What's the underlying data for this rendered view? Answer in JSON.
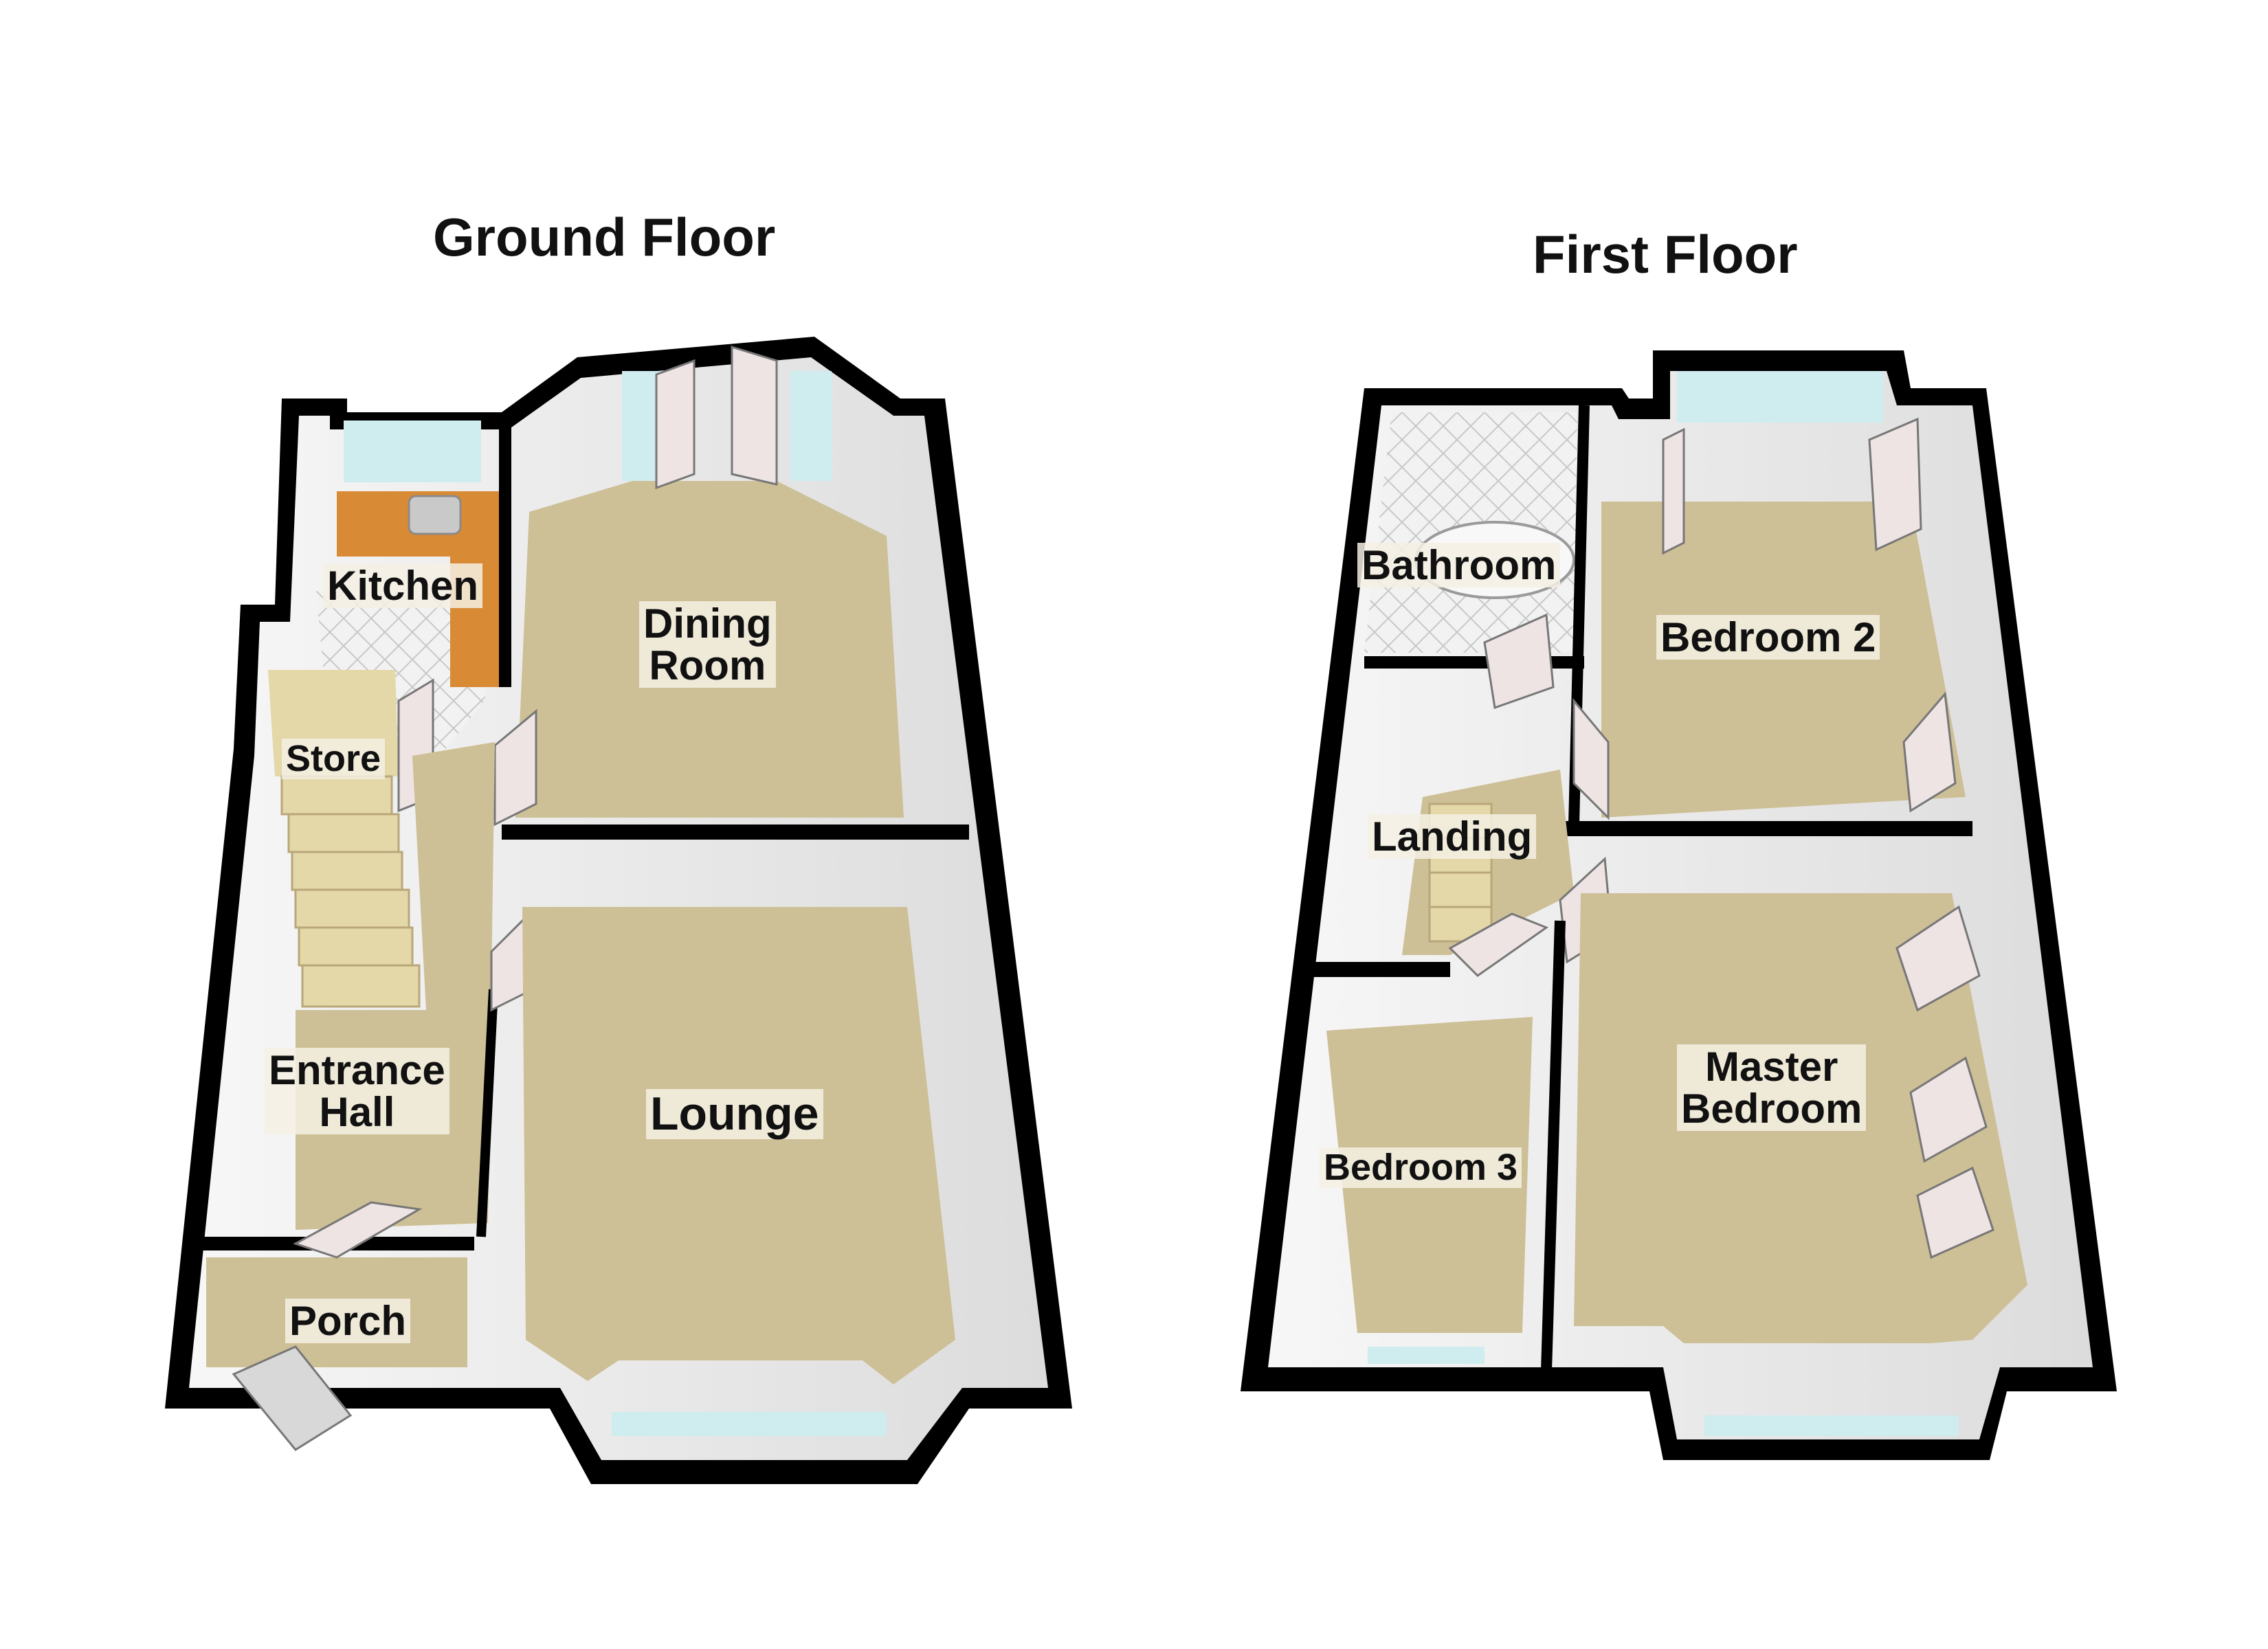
{
  "floors": {
    "ground": {
      "title": "Ground Floor",
      "rooms": {
        "kitchen": "Kitchen",
        "dining_1": "Dining",
        "dining_2": "Room",
        "store": "Store",
        "entrance_1": "Entrance",
        "entrance_2": "Hall",
        "lounge": "Lounge",
        "porch": "Porch"
      }
    },
    "first": {
      "title": "First Floor",
      "rooms": {
        "bathroom": "Bathroom",
        "bedroom2": "Bedroom 2",
        "landing": "Landing",
        "bedroom3": "Bedroom 3",
        "master_1": "Master",
        "master_2": "Bedroom"
      }
    }
  },
  "colors": {
    "wall": "#000000",
    "carpet": "#cdbf96",
    "wall_face": "#f3f3f3",
    "window": "#cfecee",
    "kitchen_unit": "#d98a34",
    "door": "#efe4e4",
    "stairs": "#e4d7a8"
  },
  "icons": [
    "door-icon",
    "window-icon",
    "stairs-icon",
    "bath-icon",
    "sink-icon",
    "wardrobe-icon"
  ]
}
